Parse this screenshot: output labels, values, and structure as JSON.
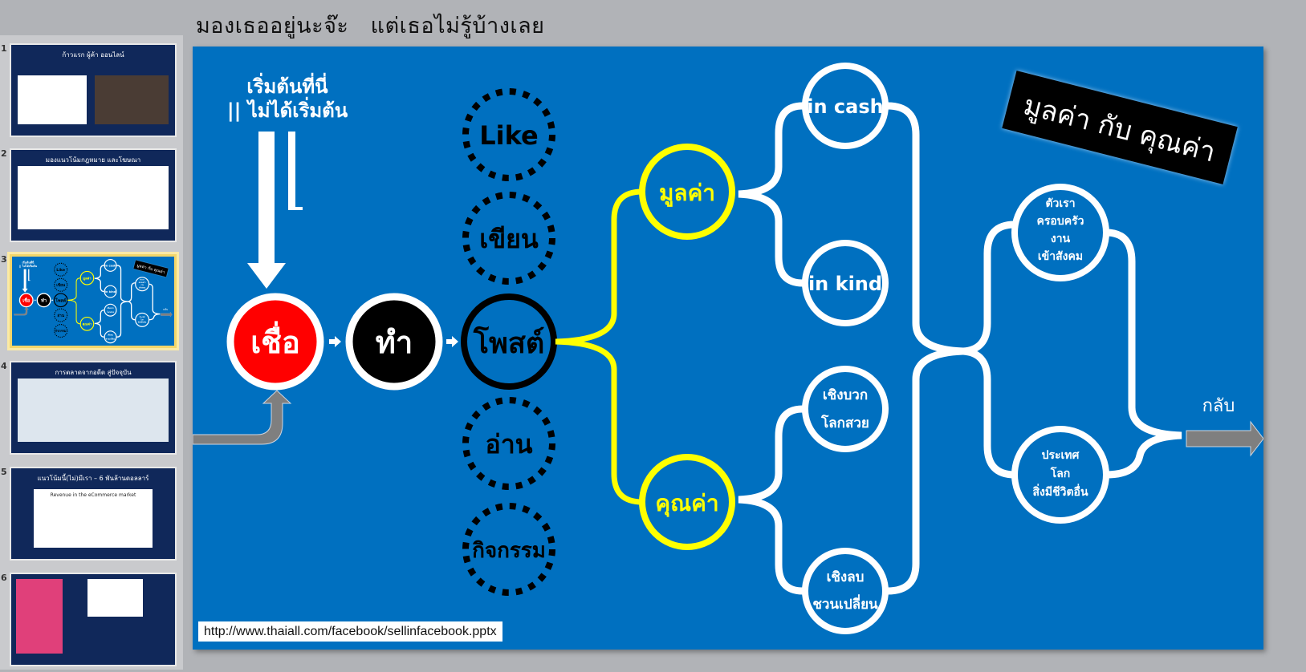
{
  "window_title": "มองเธออยู่นะจ๊ะ   แต่เธอไม่รู้บ้างเลย",
  "thumbnails": [
    {
      "number": "1",
      "title": "ก้าวแรก ผู้ค้า ออนไลน์",
      "subtitle": ""
    },
    {
      "number": "2",
      "title": "มองแนวโน้มกฎหมาย และโฆษณา",
      "subtitle": ""
    },
    {
      "number": "3",
      "title": "",
      "subtitle": ""
    },
    {
      "number": "4",
      "title": "การตลาดจากอดีต สู่ปัจจุบัน",
      "subtitle": ""
    },
    {
      "number": "5",
      "title": "แนวโน้มนี้(ไม่)มีเรา – 6 พันล้านดอลลาร์",
      "subtitle": "Revenue in the eCommerce market"
    },
    {
      "number": "6",
      "title": "",
      "subtitle": ""
    }
  ],
  "active_slide": 3,
  "slide": {
    "start_line1": "เริ่มต้นที่นี่",
    "start_line2": "|| ไม่ได้เริ่มต้น",
    "believe": "เชื่อ",
    "do": "ทำ",
    "activities": [
      "Like",
      "เขียน",
      "โพสต์",
      "อ่าน",
      "กิจกรรม"
    ],
    "value": "มูลค่า",
    "worth": "คุณค่า",
    "in_cash": "in cash",
    "in_kind": "in kind",
    "positive": [
      "เชิงบวก",
      "โลกสวย"
    ],
    "negative": [
      "เชิงลบ",
      "ชวนเปลี่ยน"
    ],
    "self": [
      "ตัวเรา",
      "ครอบครัว",
      "งาน",
      "เข้าสังคม"
    ],
    "world": [
      "ประเทศ",
      "โลก",
      "สิ่งมีชีวิตอื่น"
    ],
    "banner": "มูลค่า กับ คุณค่า",
    "back": "กลับ",
    "url": "http://www.thaiall.com/facebook/sellinfacebook.pptx"
  },
  "colors": {
    "slide_bg": "#0070c0",
    "believe": "#ff0000",
    "brace_yellow": "#ffff00",
    "arrow_gray": "#7f7f7f"
  }
}
